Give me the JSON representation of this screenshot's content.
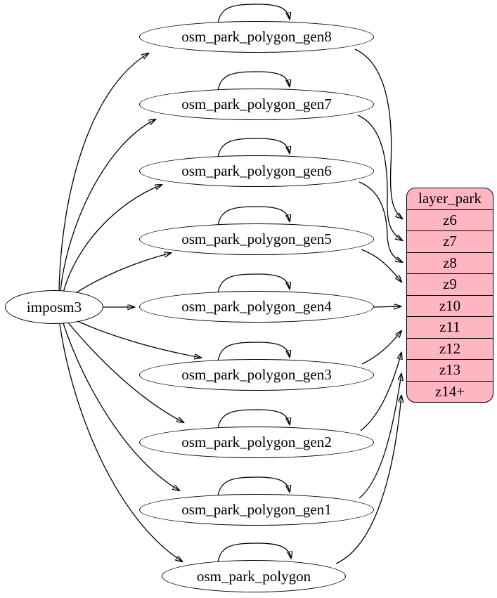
{
  "diagram": {
    "type": "graphviz-dependency-graph",
    "colors": {
      "background": "#ffffff",
      "node_fill": "#ffffff",
      "record_fill": "#ffb6c1",
      "stroke": "#000000",
      "text": "#000000"
    }
  },
  "nodes": {
    "imposm3": "imposm3",
    "gen8": "osm_park_polygon_gen8",
    "gen7": "osm_park_polygon_gen7",
    "gen6": "osm_park_polygon_gen6",
    "gen5": "osm_park_polygon_gen5",
    "gen4": "osm_park_polygon_gen4",
    "gen3": "osm_park_polygon_gen3",
    "gen2": "osm_park_polygon_gen2",
    "gen1": "osm_park_polygon_gen1",
    "park": "osm_park_polygon"
  },
  "table": {
    "title": "layer_park",
    "rows": [
      "z6",
      "z7",
      "z8",
      "z9",
      "z10",
      "z11",
      "z12",
      "z13",
      "z14+"
    ]
  },
  "edges": [
    {
      "from": "imposm3",
      "to": "osm_park_polygon_gen8"
    },
    {
      "from": "imposm3",
      "to": "osm_park_polygon_gen7"
    },
    {
      "from": "imposm3",
      "to": "osm_park_polygon_gen6"
    },
    {
      "from": "imposm3",
      "to": "osm_park_polygon_gen5"
    },
    {
      "from": "imposm3",
      "to": "osm_park_polygon_gen4"
    },
    {
      "from": "imposm3",
      "to": "osm_park_polygon_gen3"
    },
    {
      "from": "imposm3",
      "to": "osm_park_polygon_gen2"
    },
    {
      "from": "imposm3",
      "to": "osm_park_polygon_gen1"
    },
    {
      "from": "imposm3",
      "to": "osm_park_polygon"
    },
    {
      "from": "osm_park_polygon_gen8",
      "to": "osm_park_polygon_gen8"
    },
    {
      "from": "osm_park_polygon_gen7",
      "to": "osm_park_polygon_gen7"
    },
    {
      "from": "osm_park_polygon_gen6",
      "to": "osm_park_polygon_gen6"
    },
    {
      "from": "osm_park_polygon_gen5",
      "to": "osm_park_polygon_gen5"
    },
    {
      "from": "osm_park_polygon_gen4",
      "to": "osm_park_polygon_gen4"
    },
    {
      "from": "osm_park_polygon_gen3",
      "to": "osm_park_polygon_gen3"
    },
    {
      "from": "osm_park_polygon_gen2",
      "to": "osm_park_polygon_gen2"
    },
    {
      "from": "osm_park_polygon_gen1",
      "to": "osm_park_polygon_gen1"
    },
    {
      "from": "osm_park_polygon",
      "to": "osm_park_polygon"
    },
    {
      "from": "osm_park_polygon_gen8",
      "to": "layer_park:z6"
    },
    {
      "from": "osm_park_polygon_gen7",
      "to": "layer_park:z7"
    },
    {
      "from": "osm_park_polygon_gen6",
      "to": "layer_park:z8"
    },
    {
      "from": "osm_park_polygon_gen5",
      "to": "layer_park:z9"
    },
    {
      "from": "osm_park_polygon_gen4",
      "to": "layer_park:z10"
    },
    {
      "from": "osm_park_polygon_gen3",
      "to": "layer_park:z11"
    },
    {
      "from": "osm_park_polygon_gen2",
      "to": "layer_park:z12"
    },
    {
      "from": "osm_park_polygon_gen1",
      "to": "layer_park:z13"
    },
    {
      "from": "osm_park_polygon",
      "to": "layer_park:z14+"
    }
  ]
}
